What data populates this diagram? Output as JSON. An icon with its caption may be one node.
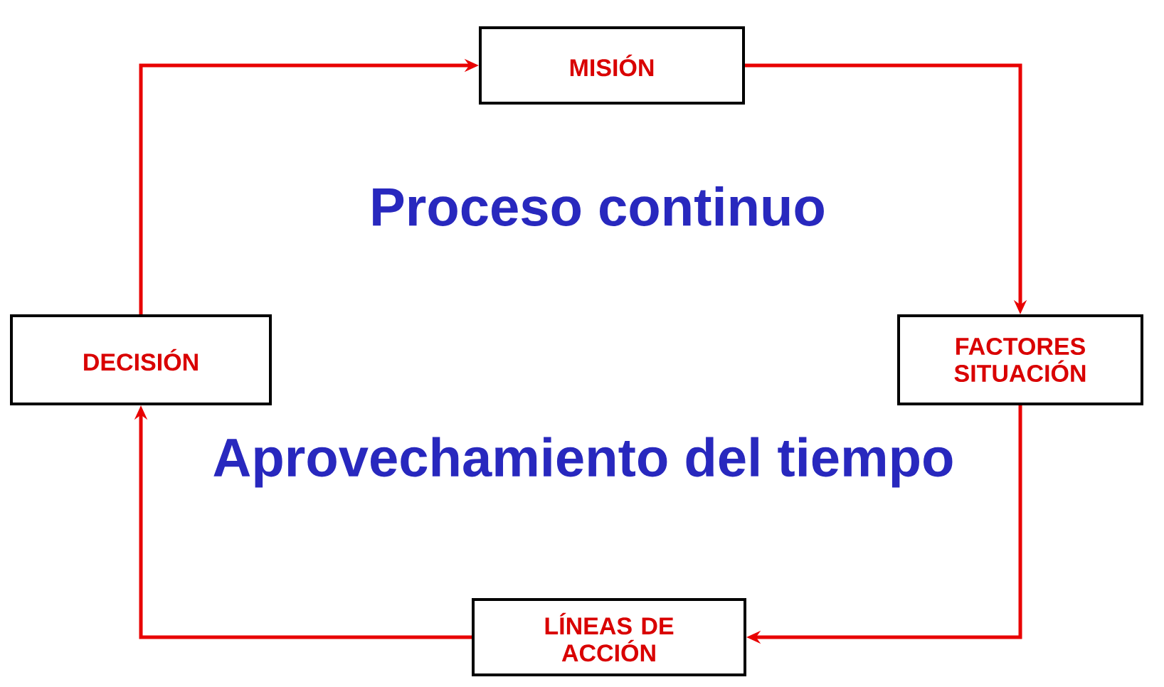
{
  "diagram": {
    "nodes": [
      {
        "text": [
          "MISIÓN"
        ]
      },
      {
        "text": [
          "FACTORES SITUACIÓN"
        ]
      },
      {
        "text": [
          "LÍNEAS DE ACCIÓN"
        ]
      },
      {
        "text": [
          "DECISIÓN"
        ]
      }
    ],
    "edges": [
      {
        "from": 3,
        "to": 0,
        "arrow": "to"
      },
      {
        "from": 0,
        "to": 1,
        "arrow": "to"
      },
      {
        "from": 1,
        "to": 2,
        "arrow": "to"
      },
      {
        "from": 2,
        "to": 3,
        "arrow": "to"
      }
    ],
    "labels": [
      "Proceso continuo",
      "Aprovechamiento del tiempo"
    ]
  }
}
